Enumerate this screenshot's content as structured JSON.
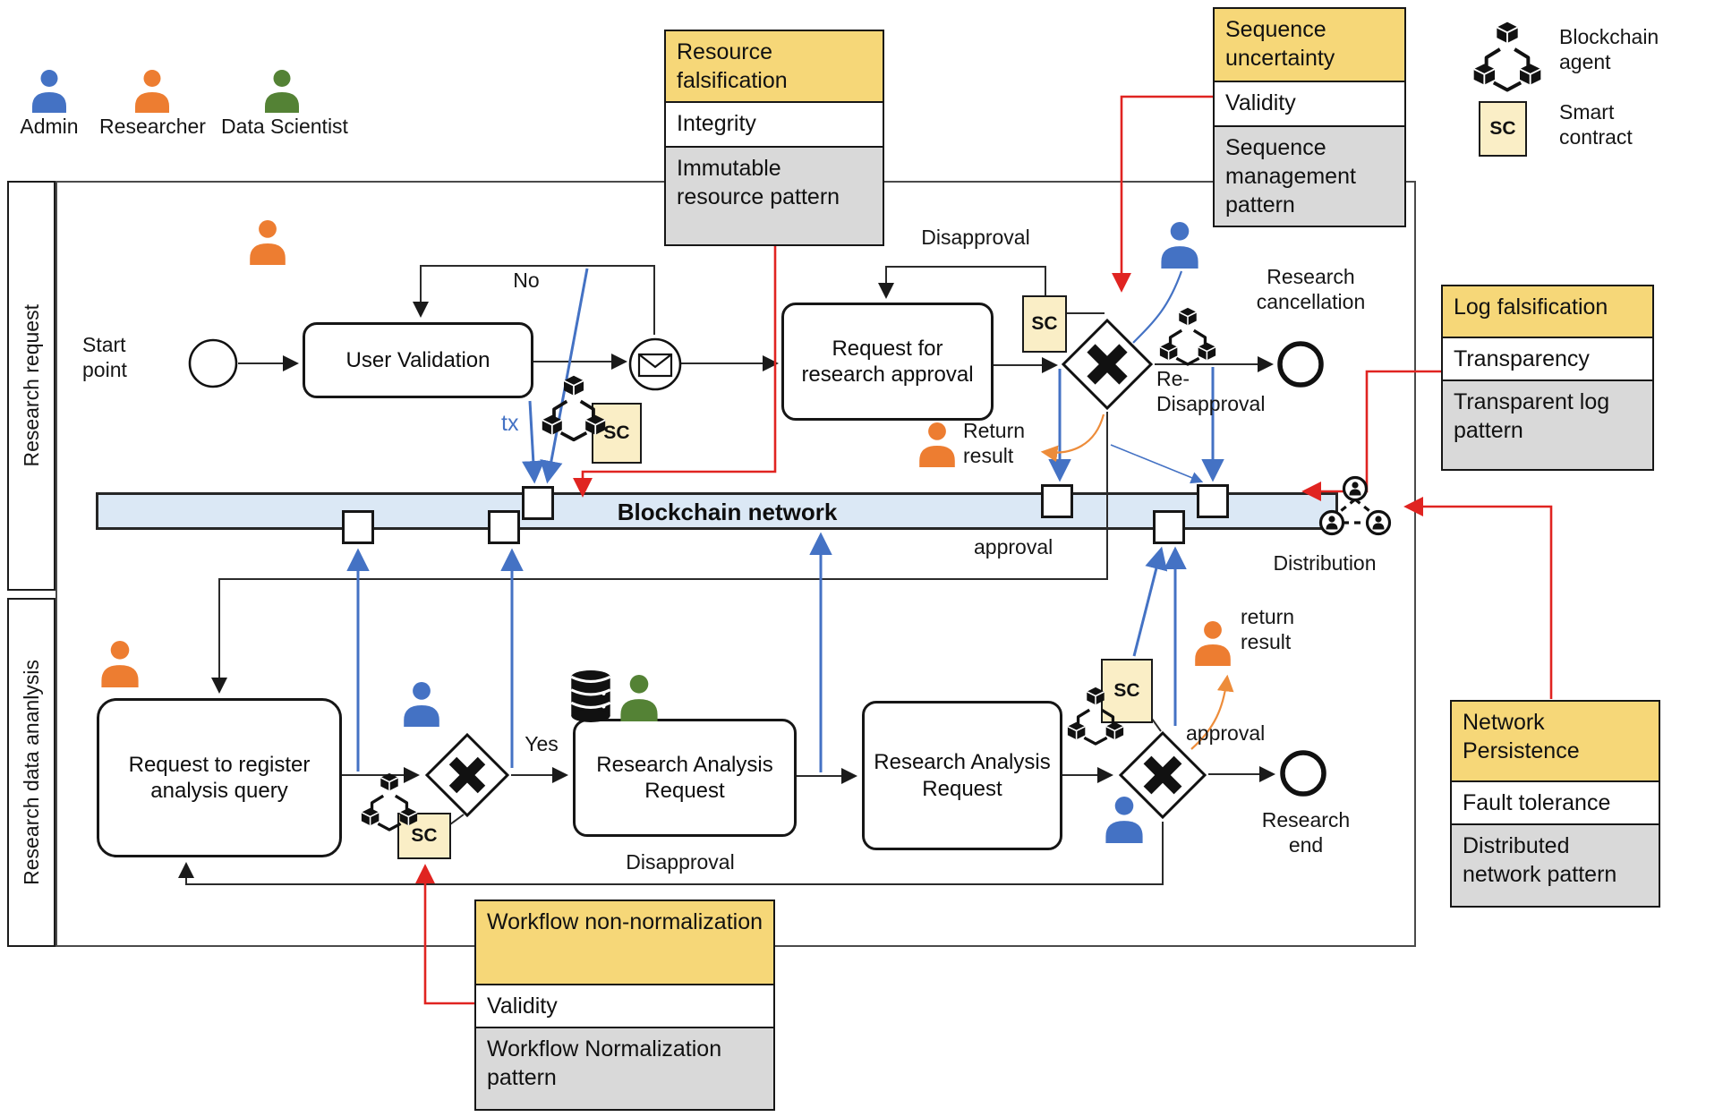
{
  "legend_actors": {
    "admin": "Admin",
    "researcher": "Researcher",
    "data_scientist": "Data Scientist"
  },
  "legend_items": {
    "blockchain_agent": "Blockchain agent",
    "smart_contract": "Smart contract",
    "sc": "SC"
  },
  "lanes": {
    "top": "Research request",
    "bottom": "Research data ananlysis"
  },
  "pool": {
    "bar_label": "Blockchain network",
    "distribution_label": "Distribution"
  },
  "nodes": {
    "start_point": "Start point",
    "user_validation": "User Validation",
    "request_for_research_approval": "Request for research approval",
    "research_cancellation": "Research cancellation",
    "request_to_register": "Request to register analysis query",
    "research_analysis_request_1": "Research Analysis Request",
    "research_analysis_request_2": "Research Analysis Request",
    "research_end": "Research end"
  },
  "edge_labels": {
    "no": "No",
    "tx": "tx",
    "disapproval_top": "Disapproval",
    "re_disapproval": "Re-Disapproval",
    "return_result_top": "Return result",
    "approval_mid": "approval",
    "yes": "Yes",
    "disapproval_bottom": "Disapproval",
    "approval_bottom": "approval",
    "return_result_bottom": "return result"
  },
  "patterns": {
    "resource": {
      "title": "Resource falsification",
      "property": "Integrity",
      "pattern": "Immutable resource pattern"
    },
    "sequence": {
      "title": "Sequence uncertainty",
      "property": "Validity",
      "pattern": "Sequence management pattern"
    },
    "log": {
      "title": "Log falsification",
      "property": "Transparency",
      "pattern": "Transparent log pattern"
    },
    "network": {
      "title": "Network Persistence",
      "property": "Fault tolerance",
      "pattern": "Distributed network pattern"
    },
    "workflow": {
      "title": "Workflow non-normalization",
      "property": "Validity",
      "pattern": "Workflow Normalization pattern"
    }
  },
  "colors": {
    "actor_blue": "#4472c4",
    "actor_orange": "#ed7d31",
    "actor_green": "#548235",
    "pattern_header": "#f6d778",
    "pattern_gray": "#d9d9d9",
    "sc_fill": "#faeec6",
    "network_bar": "#dbe8f5",
    "arrow_red": "#e02421",
    "arrow_blue": "#4472c4",
    "arrow_orange": "#ed8c3a"
  }
}
